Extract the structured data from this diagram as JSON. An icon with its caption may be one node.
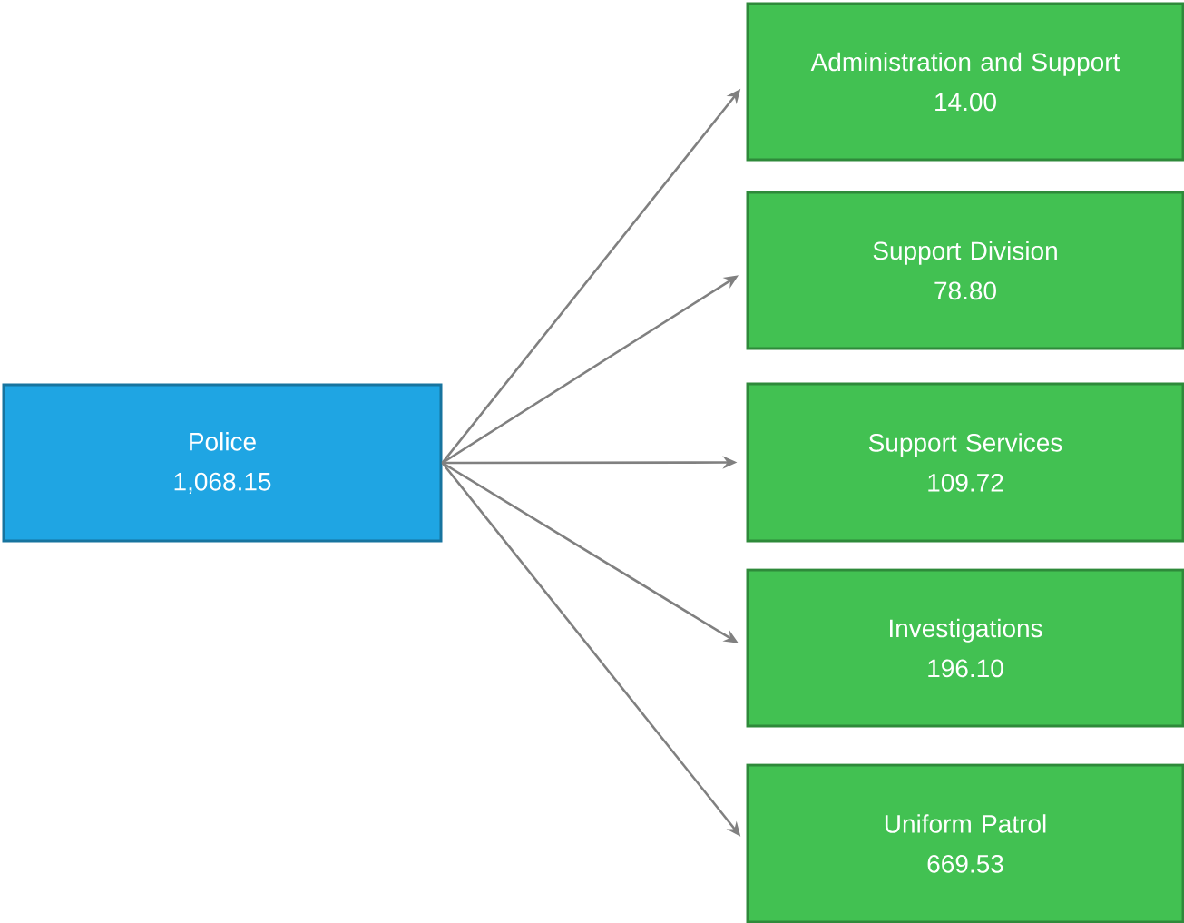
{
  "diagram": {
    "nodes": [
      {
        "text": [
          "Police",
          "1,068.15"
        ]
      },
      {
        "text": [
          "Administration and Support",
          "14.00"
        ]
      },
      {
        "text": [
          "Support Division",
          "78.80"
        ]
      },
      {
        "text": [
          "Support Services",
          "109.72"
        ]
      },
      {
        "text": [
          "Investigations",
          "196.10"
        ]
      },
      {
        "text": [
          "Uniform Patrol",
          "669.53"
        ]
      }
    ],
    "edges": [
      {
        "from": 0,
        "to": 1,
        "arrow": "to"
      },
      {
        "from": 0,
        "to": 2,
        "arrow": "to"
      },
      {
        "from": 0,
        "to": 3,
        "arrow": "to"
      },
      {
        "from": 0,
        "to": 4,
        "arrow": "to"
      },
      {
        "from": 0,
        "to": 5,
        "arrow": "to"
      }
    ]
  }
}
